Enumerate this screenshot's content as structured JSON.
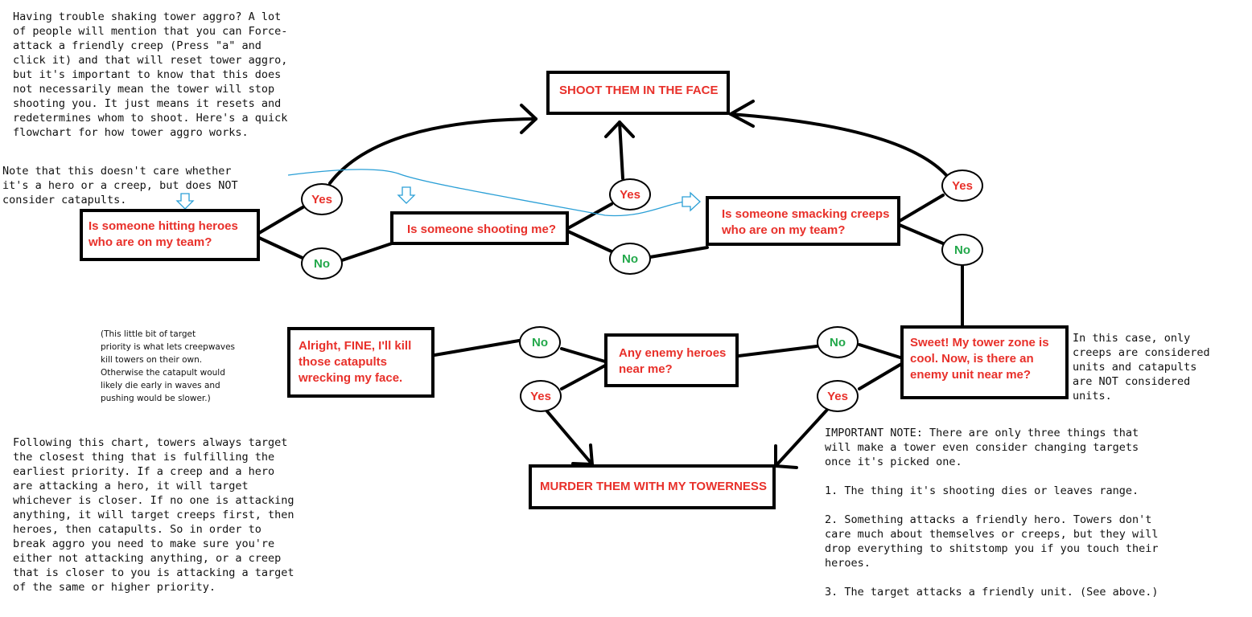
{
  "intro_text": "Having trouble shaking tower aggro? A lot\nof people will mention that you can Force-\nattack a friendly creep (Press \"a\" and\nclick it) and that will reset tower aggro,\nbut it's important to know that this does\nnot necessarily mean the tower will stop\nshooting you. It just means it resets and\nredetermines whom to shoot. Here's a quick\nflowchart for how tower aggro works.",
  "note_text": "Note that this doesn't care whether\nit's a hero or a creep, but does NOT\nconsider catapults.",
  "target_priority_note": "(This little bit of target\npriority is what lets creepwaves\nkill towers on their own.\nOtherwise the catapult would\nlikely die early in waves and\npushing would be slower.)",
  "chart_explanation": "Following this chart, towers always target\nthe closest thing that is fulfilling the\nearliest priority. If a creep and a hero\nare attacking a hero, it will target\nwhichever is closer. If no one is attacking\nanything, it will target creeps first, then\nheroes, then catapults. So in order to\nbreak aggro you need to make sure you're\neither not attacking anything, or a creep\nthat is closer to you is attacking a target\nof the same or higher priority.",
  "units_note": "In this case, only\ncreeps are considered\nunits and catapults\nare NOT considered\nunits.",
  "important_note": "IMPORTANT NOTE: There are only three things that\nwill make a tower even consider changing targets\nonce it's picked one.\n\n1. The thing it's shooting dies or leaves range.\n\n2. Something attacks a friendly hero. Towers don't\ncare much about themselves or creeps, but they will\ndrop everything to shitstomp you if you touch their\nheroes.\n\n3. The target attacks a friendly unit. (See above.)",
  "boxes": {
    "shoot_face": "SHOOT THEM IN THE FACE",
    "hitting_heroes": "Is someone hitting heroes\nwho are on my team?",
    "shooting_me": "Is someone shooting me?",
    "smacking_creeps": "Is someone smacking creeps\nwho are on my team?",
    "tower_zone": "Sweet! My tower zone is\ncool. Now, is there an\nenemy unit near me?",
    "enemy_heroes": "Any enemy heroes\nnear me?",
    "kill_catapults": "Alright, FINE, I'll kill\nthose catapults\nwrecking my face.",
    "murder": "MURDER THEM WITH MY TOWERNESS"
  },
  "answers": {
    "yes": "Yes",
    "no": "No"
  },
  "colors": {
    "question_text": "#e8302a",
    "yes_text": "#e8302a",
    "no_text": "#22a84a",
    "annotation_arrow": "#2a9fd6"
  }
}
